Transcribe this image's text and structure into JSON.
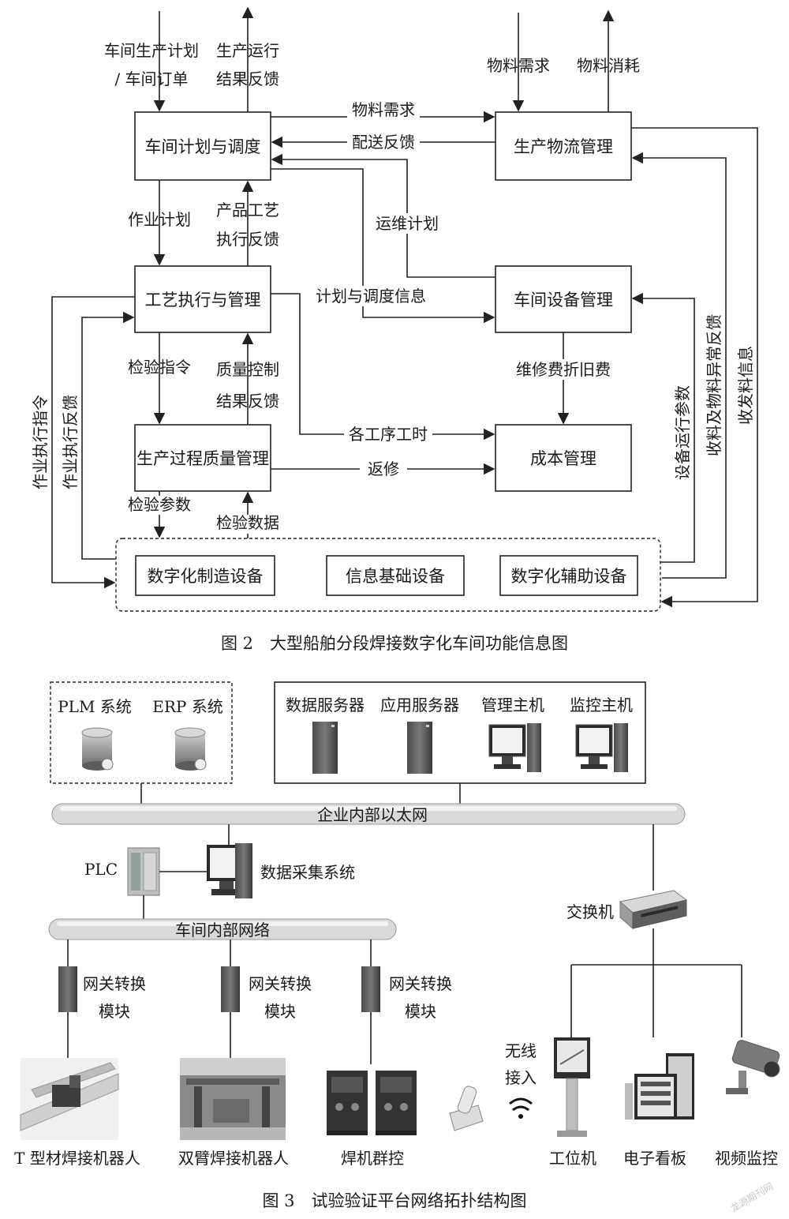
{
  "fig2": {
    "boxes": {
      "plan": "车间计划与调度",
      "logistics": "生产物流管理",
      "process": "工艺执行与管理",
      "equipment": "车间设备管理",
      "quality": "生产过程质量管理",
      "cost": "成本管理",
      "digital_mfg": "数字化制造设备",
      "info_base": "信息基础设备",
      "digital_aux": "数字化辅助设备"
    },
    "labels": {
      "plan_in_1": "车间生产计划",
      "plan_in_2": "/ 车间订单",
      "feedback_1": "生产运行",
      "feedback_2": "结果反馈",
      "mat_demand_in": "物料需求",
      "mat_consume": "物料消耗",
      "mat_demand": "物料需求",
      "delivery_fb": "配送反馈",
      "op_plan": "作业计划",
      "prod_fb_1": "产品工艺",
      "prod_fb_2": "执行反馈",
      "maint_plan": "运维计划",
      "sched_info": "计划与调度信息",
      "inspect_cmd": "检验指令",
      "qc_fb_1": "质量控制",
      "qc_fb_2": "结果反馈",
      "repair_cost": "维修费折旧费",
      "proc_time": "各工序工时",
      "rework": "返修",
      "inspect_param": "检验参数",
      "inspect_data": "检验数据",
      "exec_cmd": "作业执行指令",
      "exec_fb": "作业执行反馈",
      "equip_params": "设备运行参数",
      "mat_abn_fb": "收料及物料异常反馈",
      "mat_info": "收发料信息"
    },
    "caption": "图 2　大型船舶分段焊接数字化车间功能信息图"
  },
  "fig3": {
    "plm": "PLM 系统",
    "erp": "ERP 系统",
    "data_server": "数据服务器",
    "app_server": "应用服务器",
    "mgmt_host": "管理主机",
    "monitor_host": "监控主机",
    "ethernet": "企业内部以太网",
    "plc": "PLC",
    "daq": "数据采集系统",
    "workshop_net": "车间内部网络",
    "switch": "交换机",
    "gateway_1": "网关转换",
    "gateway_2": "模块",
    "wireless_1": "无线",
    "wireless_2": "接入",
    "t_robot": "T 型材焊接机器人",
    "dual_robot": "双臂焊接机器人",
    "welder_group": "焊机群控",
    "workstation": "工位机",
    "e_board": "电子看板",
    "video": "视频监控",
    "caption": "图 3　试验验证平台网络拓扑结构图",
    "watermark": "龙源期刊网"
  }
}
